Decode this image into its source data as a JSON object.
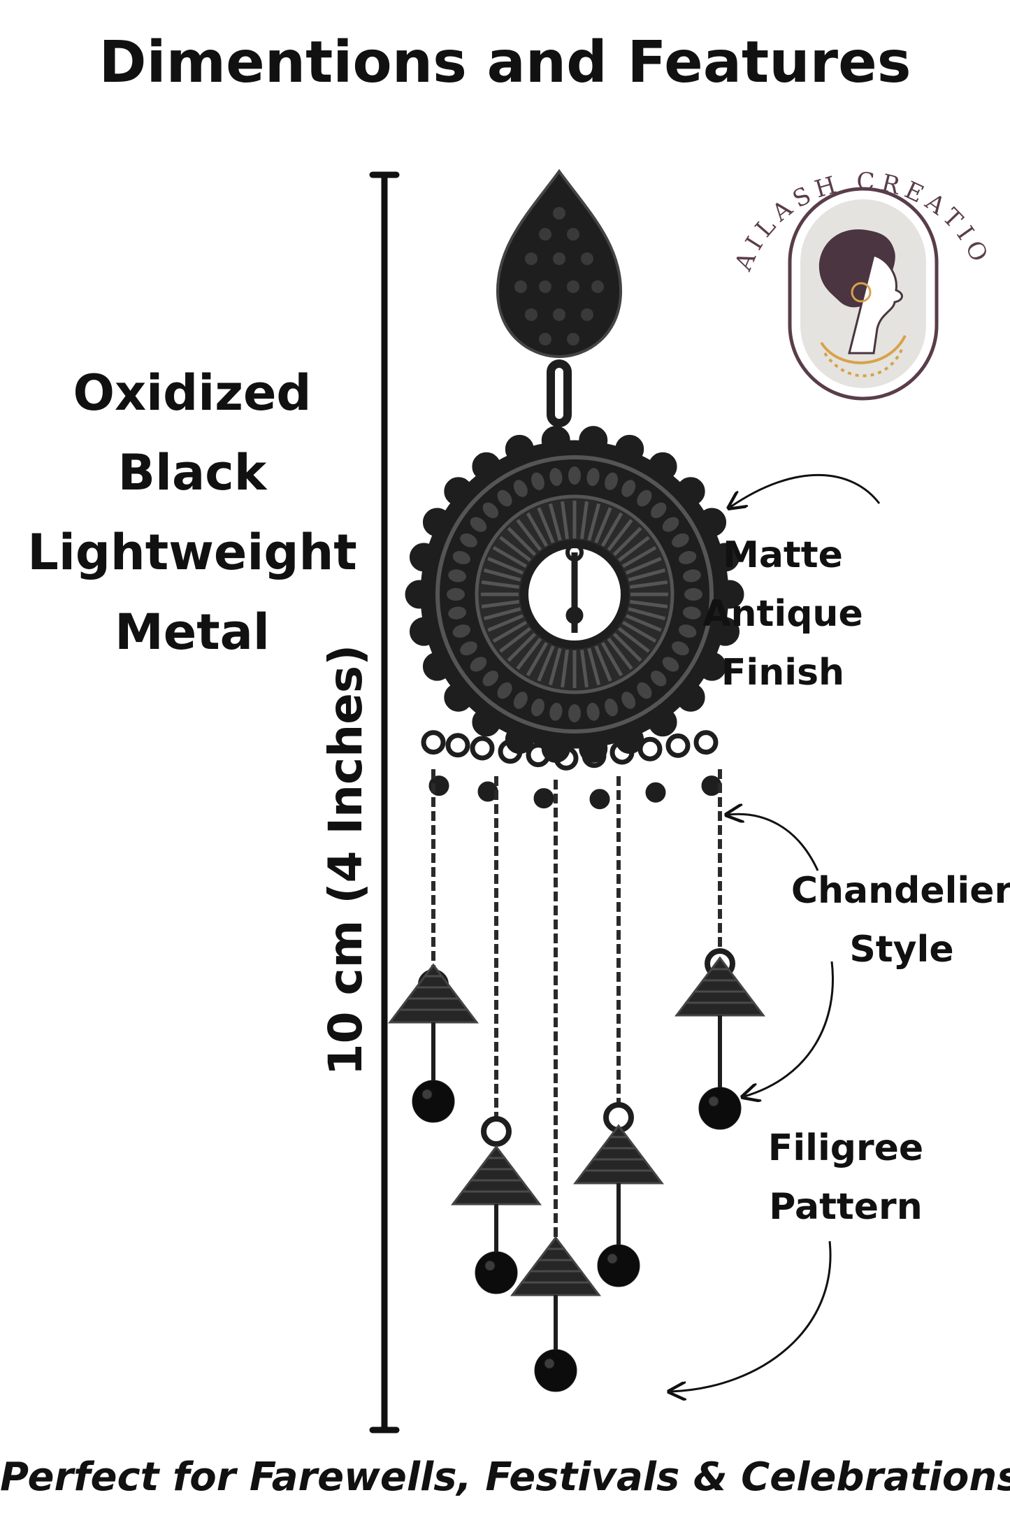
{
  "title": "Dimentions and Features",
  "material": {
    "lines": [
      "Oxidized",
      "Black",
      "Lightweight",
      "Metal"
    ]
  },
  "dimension_label": "10 cm (4 Inches)",
  "features": {
    "matte": [
      "Matte",
      "Antique",
      "Finish"
    ],
    "chandelier": [
      "Chandelier",
      "Style"
    ],
    "filigree": [
      "Filigree",
      "Pattern"
    ]
  },
  "logo": {
    "brand": "KAILASH CREATION"
  },
  "tagline": "Perfect for Farewells, Festivals & Celebrations",
  "colors": {
    "text": "#111111",
    "metal": "#1e1e1e",
    "logo_ink": "#5a3d4a",
    "logo_gold": "#d7a24a"
  }
}
